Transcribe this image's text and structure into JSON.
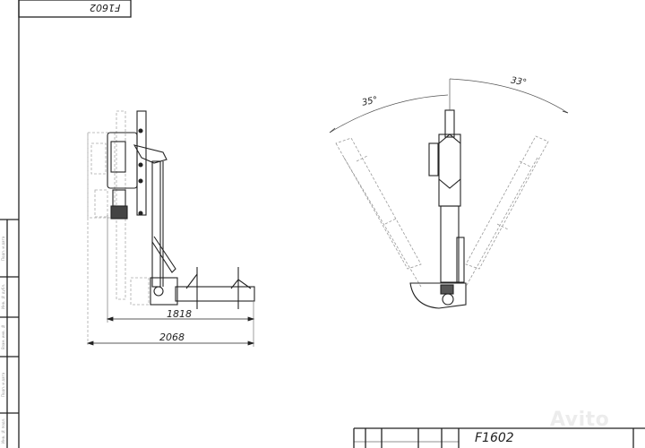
{
  "drawing": {
    "code": "F1602",
    "top_code": "F1602",
    "side_view": {
      "dimensions": [
        "1818",
        "2068"
      ]
    },
    "front_view": {
      "angles": [
        "35°",
        "33°"
      ]
    },
    "margin_strip": [
      "Подп. и дата",
      "Инв. № дубл.",
      "Взам. инв. №",
      "Подп. и дата",
      "Инв. № подл."
    ]
  },
  "watermark": "Avito",
  "colors": {
    "line": "#222222",
    "hidden": "#9a9a9a"
  }
}
